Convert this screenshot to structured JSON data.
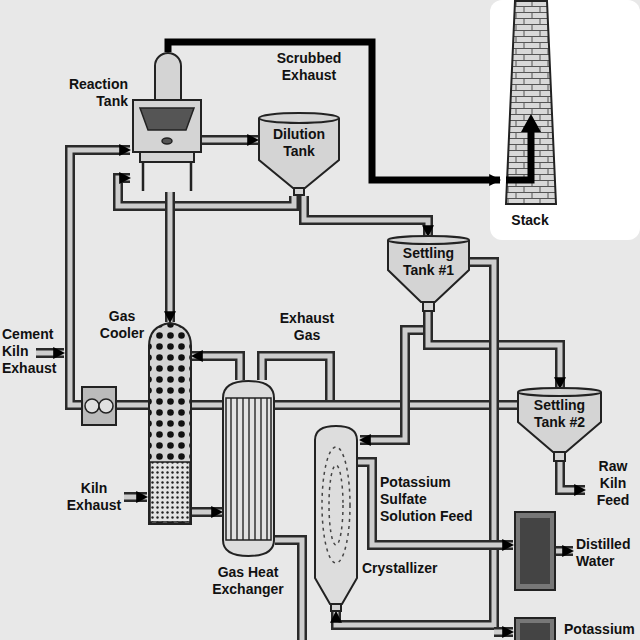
{
  "diagram": {
    "nodes": [
      {
        "text": [
          "Reaction Tank"
        ]
      },
      {
        "text": [
          "Dilution Tank"
        ]
      },
      {
        "text": [
          "Stack"
        ]
      },
      {
        "text": [
          "Settling Tank #1"
        ]
      },
      {
        "text": [
          "Gas Cooler"
        ]
      },
      {
        "text": [
          "Settling Tank #2"
        ]
      },
      {
        "text": [
          "Gas Heat Exchanger"
        ]
      },
      {
        "text": [
          "Crystallizer"
        ]
      }
    ],
    "edges": [
      {
        "from": 0,
        "to": 2,
        "label": "Scrubbed Exhaust",
        "arrow": "to"
      },
      {
        "from": 0,
        "to": 1,
        "arrow": "to"
      },
      {
        "from": 1,
        "to": 0,
        "arrow": "to"
      },
      {
        "from": 1,
        "to": 3,
        "arrow": "to"
      },
      {
        "from": 0,
        "to": 4,
        "arrow": "to"
      },
      {
        "from": 3,
        "to": 5,
        "arrow": "to"
      },
      {
        "from": 5,
        "to": 0,
        "arrow": "to"
      },
      {
        "from": 6,
        "to": 4,
        "label": "Exhaust Gas",
        "arrow": "to"
      },
      {
        "from": 4,
        "to": 6,
        "arrow": "to"
      },
      {
        "from": 3,
        "to": 7,
        "arrow": "to"
      }
    ],
    "labels": [
      "Cement Kiln Exhaust",
      "Kiln Exhaust",
      "Raw Kiln Feed",
      "Potassium Sulfate Solution Feed",
      "Distilled Water",
      "Potassium"
    ]
  }
}
